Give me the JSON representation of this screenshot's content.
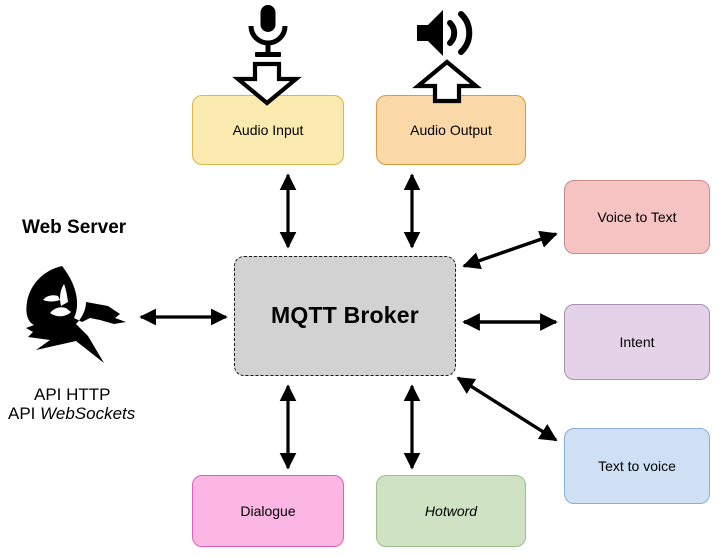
{
  "diagram": {
    "title_text": "Web Server",
    "api_http": "API HTTP",
    "api_ws_prefix": "API ",
    "api_ws_name": "WebSockets",
    "nodes": {
      "audio_input": {
        "label": "Audio Input",
        "color": "#fbeab0",
        "border": "#d6b94a"
      },
      "audio_output": {
        "label": "Audio Output",
        "color": "#fbd8a8",
        "border": "#d69a3c"
      },
      "mqtt_broker": {
        "label": "MQTT Broker",
        "color": "#d2d2d2",
        "border": "#1a1a1a"
      },
      "voice_to_text": {
        "label": "Voice to Text",
        "color": "#f5c3c1",
        "border": "#c98a88"
      },
      "intent": {
        "label": "Intent",
        "color": "#e3d2e8",
        "border": "#a98fb5"
      },
      "text_to_voice": {
        "label": "Text to voice",
        "color": "#cfe0f5",
        "border": "#8aaed6"
      },
      "dialogue": {
        "label": "Dialogue",
        "color": "#fbb6e3",
        "border": "#e060b8"
      },
      "hotword": {
        "label": "Hotword",
        "color": "#cfe3c4",
        "border": "#9cbd8c"
      }
    },
    "icons": {
      "microphone": "microphone-icon",
      "speaker": "speaker-icon",
      "web_server": "hooded-figure-logo-icon",
      "arrow_in": "hollow-down-arrow-icon",
      "arrow_out": "hollow-up-arrow-icon"
    },
    "connections": [
      {
        "from": "audio_input",
        "to": "mqtt_broker",
        "type": "bidirectional"
      },
      {
        "from": "audio_output",
        "to": "mqtt_broker",
        "type": "bidirectional"
      },
      {
        "from": "web_server",
        "to": "mqtt_broker",
        "type": "bidirectional"
      },
      {
        "from": "mqtt_broker",
        "to": "voice_to_text",
        "type": "bidirectional"
      },
      {
        "from": "mqtt_broker",
        "to": "intent",
        "type": "bidirectional"
      },
      {
        "from": "mqtt_broker",
        "to": "text_to_voice",
        "type": "bidirectional"
      },
      {
        "from": "mqtt_broker",
        "to": "dialogue",
        "type": "bidirectional"
      },
      {
        "from": "mqtt_broker",
        "to": "hotword",
        "type": "bidirectional"
      }
    ]
  }
}
